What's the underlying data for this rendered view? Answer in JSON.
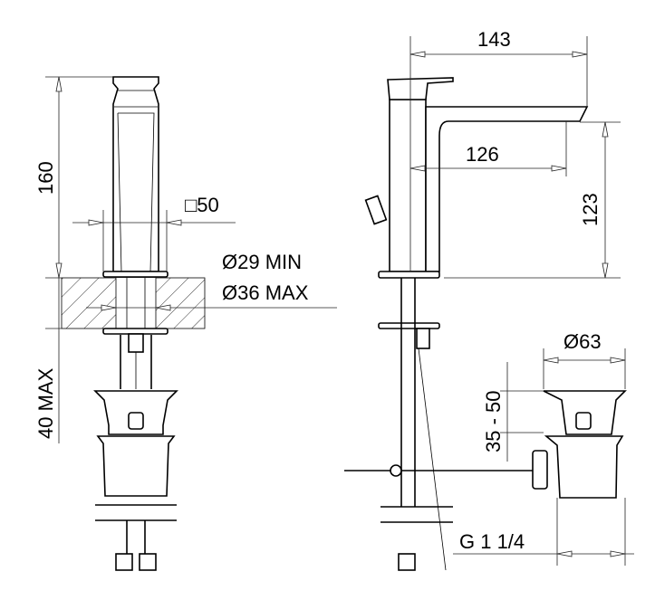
{
  "dimensions": {
    "spout_reach": "143",
    "spout_inner_reach": "126",
    "spout_height": "123",
    "total_height": "160",
    "base_square": "□50",
    "hole_min": "Ø29 MIN",
    "hole_max": "Ø36 MAX",
    "counter_thickness": "40 MAX",
    "drain_diameter": "Ø63",
    "drain_range": "35 - 50",
    "drain_thread": "G 1 1/4"
  }
}
